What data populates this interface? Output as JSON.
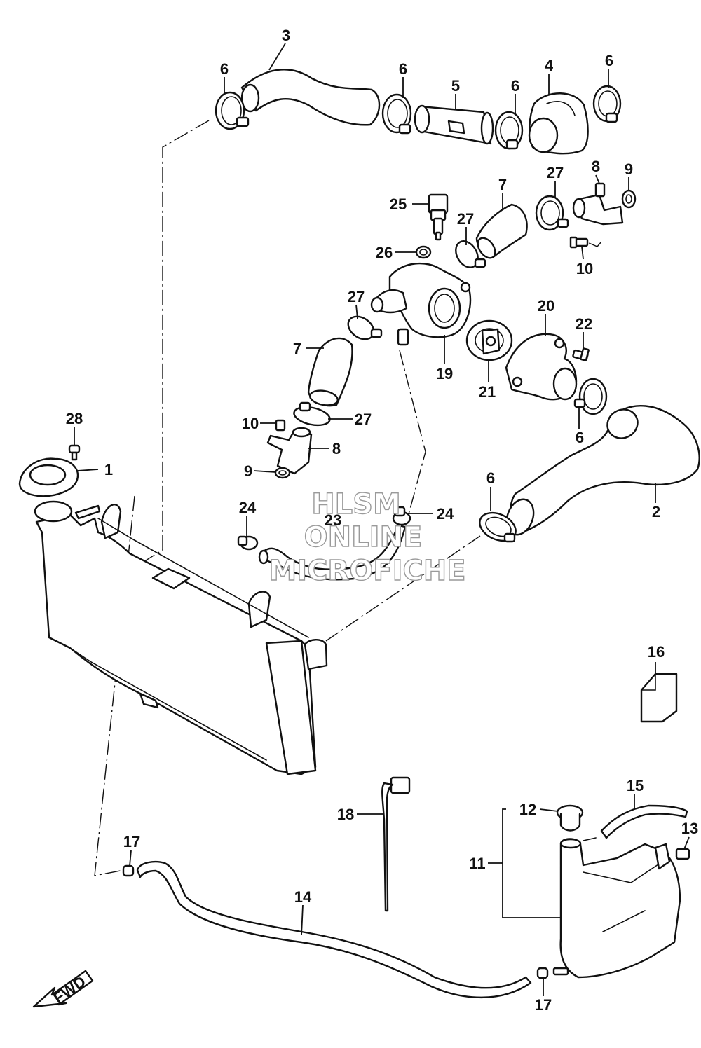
{
  "callouts": {
    "c1": "1",
    "c2": "2",
    "c3": "3",
    "c4": "4",
    "c5": "5",
    "c6": "6",
    "c7": "7",
    "c8": "8",
    "c9": "9",
    "c10": "10",
    "c11": "11",
    "c12": "12",
    "c13": "13",
    "c14": "14",
    "c15": "15",
    "c16": "16",
    "c17": "17",
    "c18": "18",
    "c19": "19",
    "c20": "20",
    "c21": "21",
    "c22": "22",
    "c23": "23",
    "c24": "24",
    "c25": "25",
    "c26": "26",
    "c27": "27",
    "c28": "28"
  },
  "watermark": {
    "line1": "HLSM",
    "line2": "ONLINE",
    "line3": "MICROFICHE"
  },
  "direction_arrow": {
    "label": "FWD"
  }
}
